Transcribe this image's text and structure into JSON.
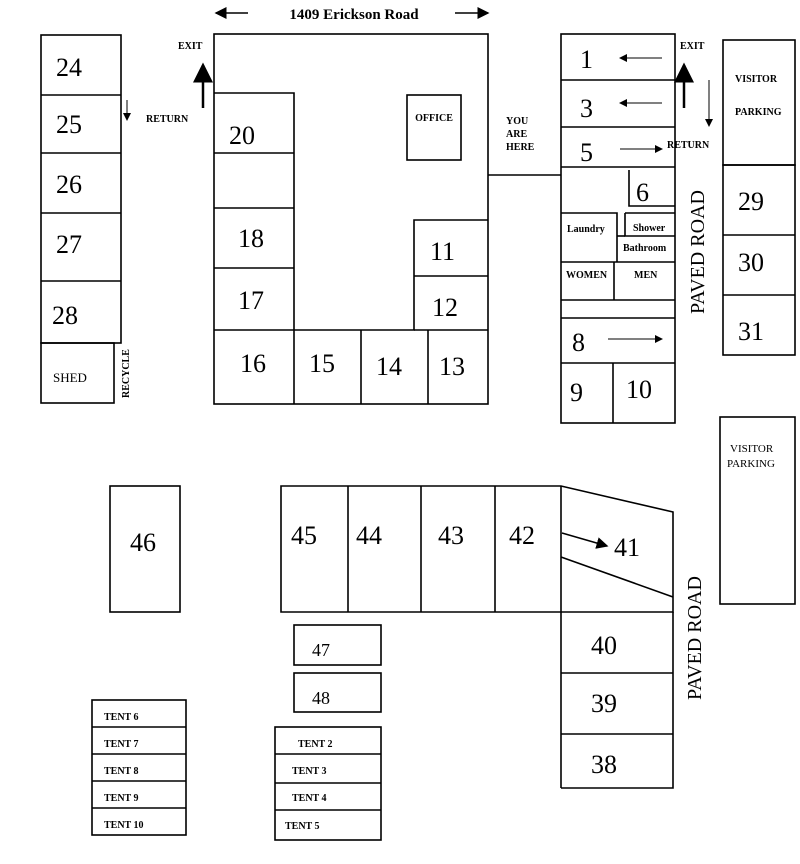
{
  "title": "1409 Erickson Road",
  "labels": {
    "exit": "EXIT",
    "return": "RETURN",
    "office": "OFFICE",
    "you_are_here": [
      "YOU",
      "ARE",
      "HERE"
    ],
    "visitor": "VISITOR",
    "parking": "PARKING",
    "paved_road": "PAVED ROAD",
    "shed": "SHED",
    "recycle": "RECYCLE",
    "laundry": "Laundry",
    "shower": "Shower",
    "bathroom": "Bathroom",
    "women": "WOMEN",
    "men": "MEN"
  },
  "sites": {
    "s1": "1",
    "s3": "3",
    "s5": "5",
    "s6": "6",
    "s8": "8",
    "s9": "9",
    "s10": "10",
    "s11": "11",
    "s12": "12",
    "s13": "13",
    "s14": "14",
    "s15": "15",
    "s16": "16",
    "s17": "17",
    "s18": "18",
    "s20": "20",
    "s24": "24",
    "s25": "25",
    "s26": "26",
    "s27": "27",
    "s28": "28",
    "s29": "29",
    "s30": "30",
    "s31": "31",
    "s38": "38",
    "s39": "39",
    "s40": "40",
    "s41": "41",
    "s42": "42",
    "s43": "43",
    "s44": "44",
    "s45": "45",
    "s46": "46",
    "s47": "47",
    "s48": "48"
  },
  "tents_left": [
    "TENT 6",
    "TENT 7",
    "TENT 8",
    "TENT 9",
    "TENT 10"
  ],
  "tents_mid": [
    "TENT 2",
    "TENT 3",
    "TENT 4",
    "TENT 5"
  ]
}
